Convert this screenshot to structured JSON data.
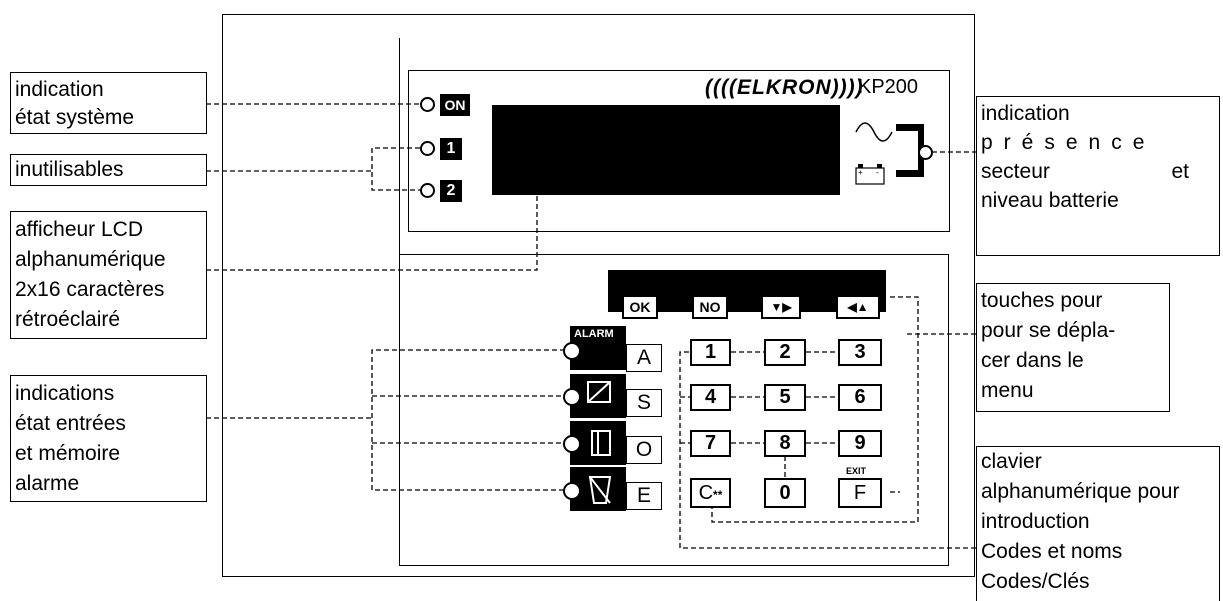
{
  "brand": {
    "logo_text": "((((ELKRON))))",
    "model": "KP200"
  },
  "leds": {
    "on_label": "ON",
    "led1_label": "1",
    "led2_label": "2"
  },
  "function_keys": {
    "ok": "OK",
    "no": "NO",
    "nav_right": "▼▶",
    "nav_left": "◀▲"
  },
  "zones": {
    "alarm_label": "ALARM",
    "keys": [
      "A",
      "S",
      "O",
      "E"
    ]
  },
  "keypad": {
    "keys": [
      "1",
      "2",
      "3",
      "4",
      "5",
      "6",
      "7",
      "8",
      "9",
      "C",
      "0",
      "F"
    ],
    "c_suffix": "**",
    "f_caption": "EXIT"
  },
  "callouts": {
    "system_state": [
      "indication",
      "état système"
    ],
    "unused": [
      "inutilisables"
    ],
    "lcd": [
      "afficheur LCD",
      "alphanumérique",
      "2x16 caractères",
      "rétroéclairé"
    ],
    "inputs": [
      "indications",
      "état entrées",
      "et mémoire",
      "alarme"
    ],
    "mains": [
      "indication",
      "présence",
      "secteur",
      "et",
      "niveau batterie"
    ],
    "menu_keys": [
      "touches pour",
      "pour se dépla-",
      "cer dans le",
      "menu"
    ],
    "keyboard": [
      "clavier",
      "alphanumérique pour",
      "introduction",
      "Codes et noms",
      "Codes/Clés"
    ]
  }
}
